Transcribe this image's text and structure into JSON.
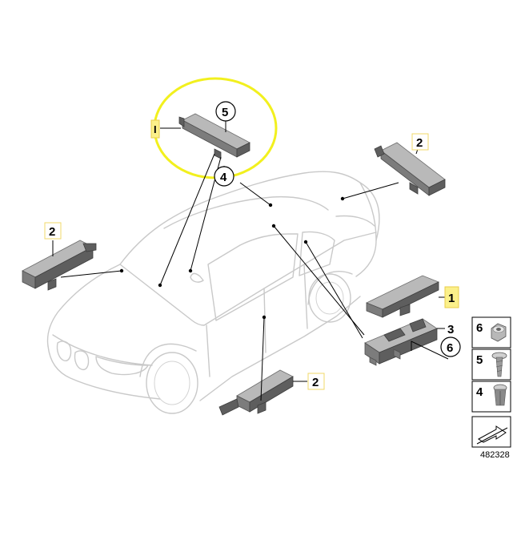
{
  "callouts": {
    "c1": "1",
    "c2a": "2",
    "c2b": "2",
    "c2c": "2",
    "c3": "3",
    "c4": "4",
    "c5": "5",
    "c6": "6",
    "cI": "I"
  },
  "legend": {
    "items": [
      {
        "num": "6",
        "part": "nut-icon"
      },
      {
        "num": "5",
        "part": "screw-icon"
      },
      {
        "num": "4",
        "part": "expanding-rivet-icon"
      }
    ],
    "arrow_icon": "direction-arrow-icon"
  },
  "diagram_ref": "482328",
  "highlight": {
    "ellipse_color": "#f2f01e",
    "label_fill": "#fbf08a"
  }
}
